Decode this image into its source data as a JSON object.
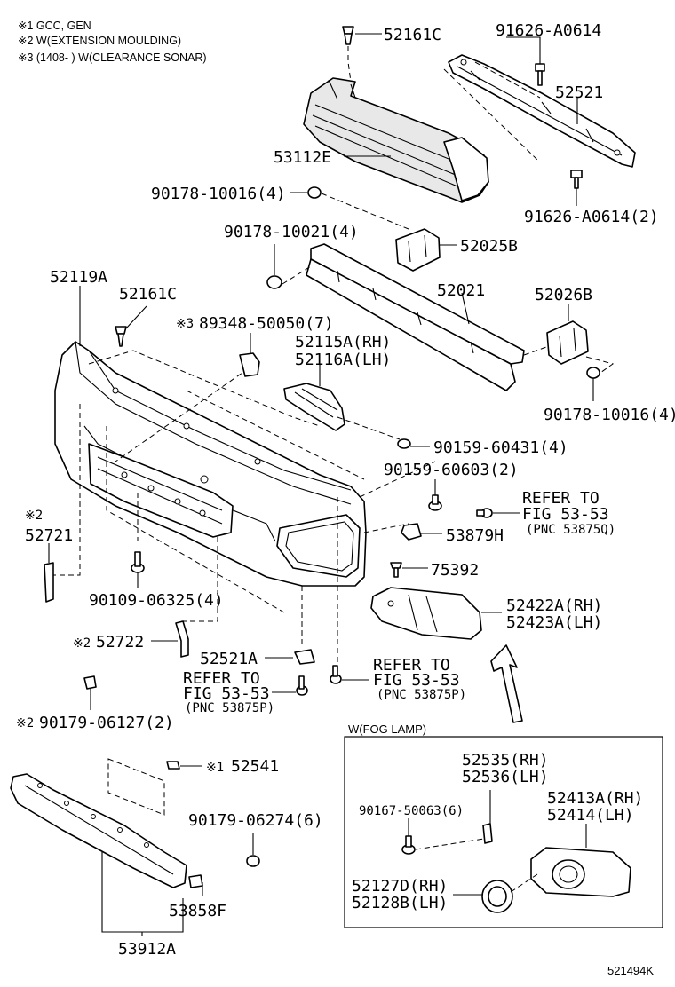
{
  "notes": [
    "※1 GCC, GEN",
    "※2 W(EXTENSION MOULDING)",
    "※3 (1408-       ) W(CLEARANCE SONAR)"
  ],
  "labels": {
    "p52161c_top": "52161C",
    "p91626_a0614": "91626-A0614",
    "p52521": "52521",
    "p53112e": "53112E",
    "p90178_10016_top": "90178-10016(4)",
    "p91626_a0614_2": "91626-A0614(2)",
    "p90178_10021": "90178-10021(4)",
    "p52025b": "52025B",
    "p52119a": "52119A",
    "p52021": "52021",
    "p52026b": "52026B",
    "p52161c_mid": "52161C",
    "p89348_mark": "※3",
    "p89348": "89348-50050(7)",
    "p52115a": "52115A(RH)",
    "p52116a": "52116A(LH)",
    "p90178_10016_right": "90178-10016(4)",
    "p90159_60431": "90159-60431(4)",
    "p90159_60603": "90159-60603(2)",
    "refer1_a": "REFER TO",
    "refer1_b": "FIG 53-53",
    "refer1_c": "(PNC 53875Q)",
    "p52721_mark": "※2",
    "p52721": "52721",
    "p53879h": "53879H",
    "p75392": "75392",
    "p90109_06325": "90109-06325(4)",
    "p52422a": "52422A(RH)",
    "p52423a": "52423A(LH)",
    "p52722_mark": "※2",
    "p52722": "52722",
    "p52521a": "52521A",
    "refer2_a": "REFER TO",
    "refer2_b": "FIG 53-53",
    "refer2_c": "(PNC 53875P)",
    "refer3_a": "REFER TO",
    "refer3_b": "FIG 53-53",
    "refer3_c": "(PNC 53875P)",
    "p90179_06127_mark": "※2",
    "p90179_06127": "90179-06127(2)",
    "fog_title": "W(FOG LAMP)",
    "p52541_mark": "※1",
    "p52541": "52541",
    "p52535": "52535(RH)",
    "p52536": "52536(LH)",
    "p90167_50063": "90167-50063(6)",
    "p52413a": "52413A(RH)",
    "p52414": "52414(LH)",
    "p90179_06274": "90179-06274(6)",
    "p52127d": "52127D(RH)",
    "p52128b": "52128B(LH)",
    "p53858f": "53858F",
    "p53912a": "53912A",
    "figure_code": "521494K"
  }
}
